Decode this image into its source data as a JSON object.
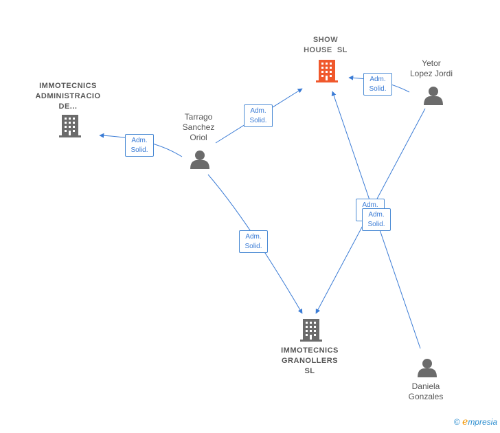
{
  "nodes": {
    "show_house": {
      "lines": [
        "SHOW",
        "HOUSE  SL"
      ],
      "type": "company",
      "color": "#f0582c"
    },
    "immotecnics_admin": {
      "lines": [
        "IMMOTECNICS",
        "ADMINISTRACIO",
        "DE..."
      ],
      "type": "company",
      "color": "#666666"
    },
    "immotecnics_granollers": {
      "lines": [
        "IMMOTECNICS",
        "GRANOLLERS",
        "SL"
      ],
      "type": "company",
      "color": "#666666"
    },
    "tarrago": {
      "lines": [
        "Tarrago",
        "Sanchez",
        "Oriol"
      ],
      "type": "person",
      "color": "#6b6b6b"
    },
    "yetor": {
      "lines": [
        "Yetor",
        "Lopez Jordi"
      ],
      "type": "person",
      "color": "#6b6b6b"
    },
    "daniela": {
      "lines": [
        "Daniela",
        "Gonzales"
      ],
      "type": "person",
      "color": "#6b6b6b"
    }
  },
  "edge_labels": [
    {
      "line1": "Adm.",
      "line2": "Solid."
    },
    {
      "line1": "Adm.",
      "line2": "Solid."
    },
    {
      "line1": "Adm.",
      "line2": "Solid."
    },
    {
      "line1": "Adm.",
      "line2": "Solid."
    },
    {
      "line1": "Adm.",
      "line2": "Solid."
    },
    {
      "line1": "Adm.",
      "line2": "Solid."
    }
  ],
  "edge_color": "#3a7bd5",
  "footer": {
    "copyright": "©",
    "brand_first": "e",
    "brand_rest": "mpresia"
  }
}
